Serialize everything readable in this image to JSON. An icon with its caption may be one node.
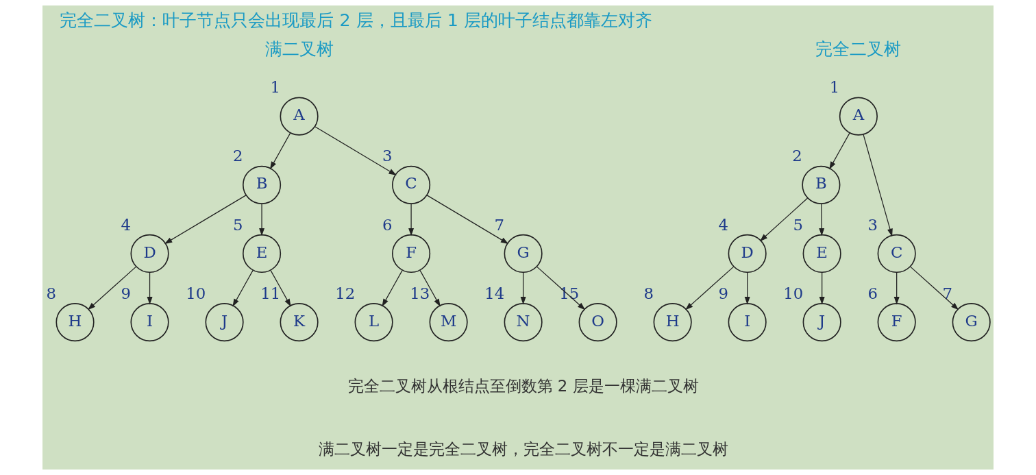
{
  "diagram": {
    "title": "完全二叉树：叶子节点只会出现最后 2 层，且最后 1 层的叶子结点都靠左对齐",
    "nodes": [
      {
        "text": [
          "A"
        ],
        "beside": [
          "1"
        ]
      },
      {
        "text": [
          "B"
        ],
        "beside": [
          "2"
        ]
      },
      {
        "text": [
          "C"
        ],
        "beside": [
          "3"
        ]
      },
      {
        "text": [
          "D"
        ],
        "beside": [
          "4"
        ]
      },
      {
        "text": [
          "E"
        ],
        "beside": [
          "5"
        ]
      },
      {
        "text": [
          "F"
        ],
        "beside": [
          "6"
        ]
      },
      {
        "text": [
          "G"
        ],
        "beside": [
          "7"
        ]
      },
      {
        "text": [
          "H"
        ],
        "beside": [
          "8"
        ]
      },
      {
        "text": [
          "I"
        ],
        "beside": [
          "9"
        ]
      },
      {
        "text": [
          "J"
        ],
        "beside": [
          "10"
        ]
      },
      {
        "text": [
          "A"
        ],
        "beside": [
          "1"
        ]
      },
      {
        "text": [
          "B"
        ],
        "beside": [
          "2"
        ]
      },
      {
        "text": [
          "C"
        ],
        "beside": [
          "3"
        ]
      },
      {
        "text": [
          "D"
        ],
        "beside": [
          "4"
        ]
      },
      {
        "text": [
          "E"
        ],
        "beside": [
          "5"
        ]
      },
      {
        "text": [
          "F"
        ],
        "beside": [
          "6"
        ]
      },
      {
        "text": [
          "G"
        ],
        "beside": [
          "7"
        ]
      },
      {
        "text": [
          "H"
        ],
        "beside": [
          "8"
        ]
      },
      {
        "text": [
          "I"
        ],
        "beside": [
          "9"
        ]
      },
      {
        "text": [
          "J"
        ],
        "beside": [
          "10"
        ]
      },
      {
        "text": [
          "K"
        ],
        "beside": [
          "11"
        ]
      },
      {
        "text": [
          "L"
        ],
        "beside": [
          "12"
        ]
      },
      {
        "text": [
          "M"
        ],
        "beside": [
          "13"
        ]
      },
      {
        "text": [
          "N"
        ],
        "beside": [
          "14"
        ]
      },
      {
        "text": [
          "O"
        ],
        "beside": [
          "15"
        ]
      }
    ],
    "edges": [
      {
        "from": 0,
        "to": 1,
        "arrow": "to"
      },
      {
        "from": 0,
        "to": 2,
        "arrow": "to"
      },
      {
        "from": 1,
        "to": 3,
        "arrow": "to"
      },
      {
        "from": 1,
        "to": 4,
        "arrow": "to"
      },
      {
        "from": 2,
        "to": 5,
        "arrow": "to"
      },
      {
        "from": 2,
        "to": 6,
        "arrow": "to"
      },
      {
        "from": 3,
        "to": 7,
        "arrow": "to"
      },
      {
        "from": 3,
        "to": 8,
        "arrow": "to"
      },
      {
        "from": 4,
        "to": 9,
        "arrow": "to"
      },
      {
        "from": 10,
        "to": 11,
        "arrow": "to"
      },
      {
        "from": 10,
        "to": 12,
        "arrow": "to"
      },
      {
        "from": 11,
        "to": 13,
        "arrow": "to"
      },
      {
        "from": 11,
        "to": 14,
        "arrow": "to"
      },
      {
        "from": 12,
        "to": 15,
        "arrow": "to"
      },
      {
        "from": 12,
        "to": 16,
        "arrow": "to"
      },
      {
        "from": 13,
        "to": 17,
        "arrow": "to"
      },
      {
        "from": 13,
        "to": 18,
        "arrow": "to"
      },
      {
        "from": 14,
        "to": 19,
        "arrow": "to"
      },
      {
        "from": 14,
        "to": 20,
        "arrow": "to"
      },
      {
        "from": 15,
        "to": 21,
        "arrow": "to"
      },
      {
        "from": 15,
        "to": 22,
        "arrow": "to"
      },
      {
        "from": 16,
        "to": 23,
        "arrow": "to"
      },
      {
        "from": 16,
        "to": 24,
        "arrow": "to"
      }
    ],
    "labels": [
      "完全二叉树",
      "满二叉树",
      "完全二叉树从根结点至倒数第 2 层是一棵满二叉树",
      "满二叉树一定是完全二叉树，完全二叉树不一定是满二叉树"
    ]
  }
}
